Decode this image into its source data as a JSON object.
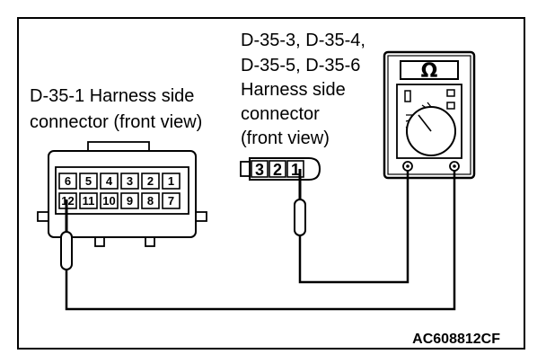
{
  "left_connector": {
    "label_line1": "D-35-1 Harness side",
    "label_line2": "connector (front view)",
    "top_row_pins": [
      "6",
      "5",
      "4",
      "3",
      "2",
      "1"
    ],
    "bottom_row_pins": [
      "12",
      "11",
      "10",
      "9",
      "8",
      "7"
    ]
  },
  "right_connector": {
    "label_lines": [
      "D-35-3,  D-35-4,",
      "D-35-5, D-35-6",
      "Harness side",
      "connector",
      "(front view)"
    ],
    "pins": [
      "3",
      "2",
      "1"
    ]
  },
  "meter": {
    "symbol": "Ω",
    "icon": "ohmmeter-icon"
  },
  "figure_code": "AC608812CF"
}
